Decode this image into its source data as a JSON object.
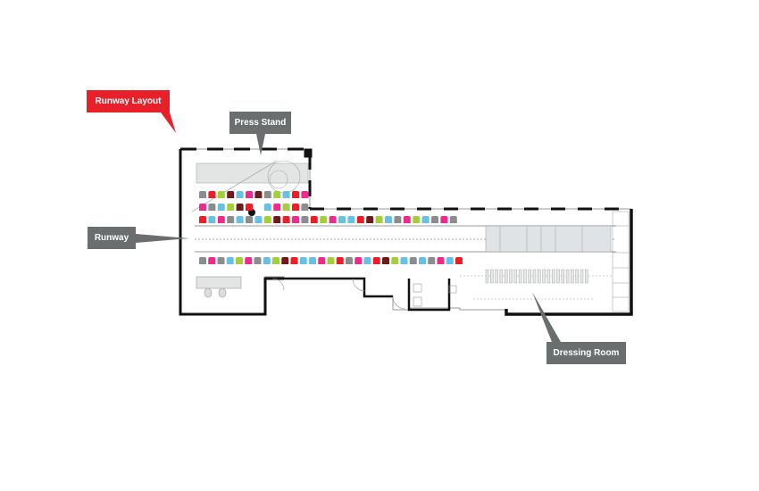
{
  "labels": {
    "runway_layout": "Runway Layout",
    "press_stand": "Press Stand",
    "runway": "Runway",
    "dressing_room": "Dressing Room"
  },
  "colors": {
    "title_red": "#e8202a",
    "callout_gray": "#6b6e6e",
    "wall": "#111111"
  },
  "palette": {
    "r": "#ee1c25",
    "p": "#ec2b8c",
    "g": "#8a8c8e",
    "b": "#67c1e5",
    "l": "#a6ce39",
    "m": "#6d1a1a"
  },
  "seating": {
    "row1": "grlmbpmglbrp",
    "row2": "pgblmr_bplrg",
    "row3": "rbpgbgblmrpgrlpbbrmlbgplbgpg",
    "row4": "gpgblpgblmrbbplrgpbrmlbgbgpbr"
  }
}
